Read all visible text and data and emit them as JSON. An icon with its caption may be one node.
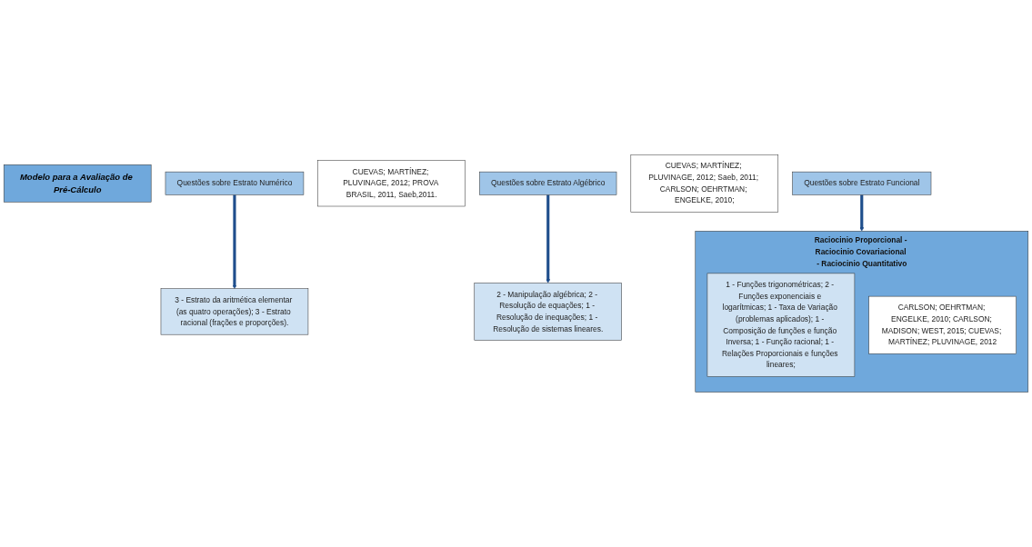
{
  "diagram": {
    "nodes": [
      {
        "text": [
          "Modelo para a Avaliação de Pré-Cálculo"
        ]
      },
      {
        "text": [
          "Questões sobre Estrato Numérico"
        ]
      },
      {
        "text": [
          "3 - Estrato da aritmética elementar (as quatro operações); 3 - Estrato racional (frações e proporções)."
        ]
      },
      {
        "text": [
          "CUEVAS; MARTÍNEZ; PLUVINAGE, 2012; PROVA BRASIL, 2011, Saeb,2011."
        ]
      },
      {
        "text": [
          "Questões sobre Estrato Algébrico"
        ]
      },
      {
        "text": [
          "2 - Manipulação algébrica; 2 - Resolução de equações; 1 - Resolução de inequações; 1 - Resolução de sistemas lineares."
        ]
      },
      {
        "text": [
          "CUEVAS; MARTÍNEZ; PLUVINAGE, 2012; Saeb, 2011; CARLSON; OEHRTMAN; ENGELKE, 2010;"
        ]
      },
      {
        "text": [
          "Questões sobre Estrato Funcional"
        ]
      },
      {
        "text": [
          "Raciocinio Proporcional - Raciocinio Covariacional - Raciocinio Quantitativo"
        ]
      },
      {
        "text": [
          "1 - Funções trigonométricas; 2 - Funções exponenciais e logarítmicas; 1 - Taxa de Variação (problemas aplicados); 1 - Composição de funções e função Inversa; 1 - Função racional; 1 - Relações Proporcionais e funções lineares;"
        ],
        "in": 8
      },
      {
        "text": [
          "CARLSON; OEHRTMAN; ENGELKE, 2010; CARLSON; MADISON; WEST, 2015; CUEVAS; MARTÍNEZ; PLUVINAGE, 2012"
        ],
        "in": 8
      }
    ],
    "edges": [
      {
        "from": 1,
        "to": 2,
        "arrow": "to"
      },
      {
        "from": 4,
        "to": 5,
        "arrow": "to"
      },
      {
        "from": 7,
        "to": 8,
        "arrow": "to"
      }
    ]
  }
}
